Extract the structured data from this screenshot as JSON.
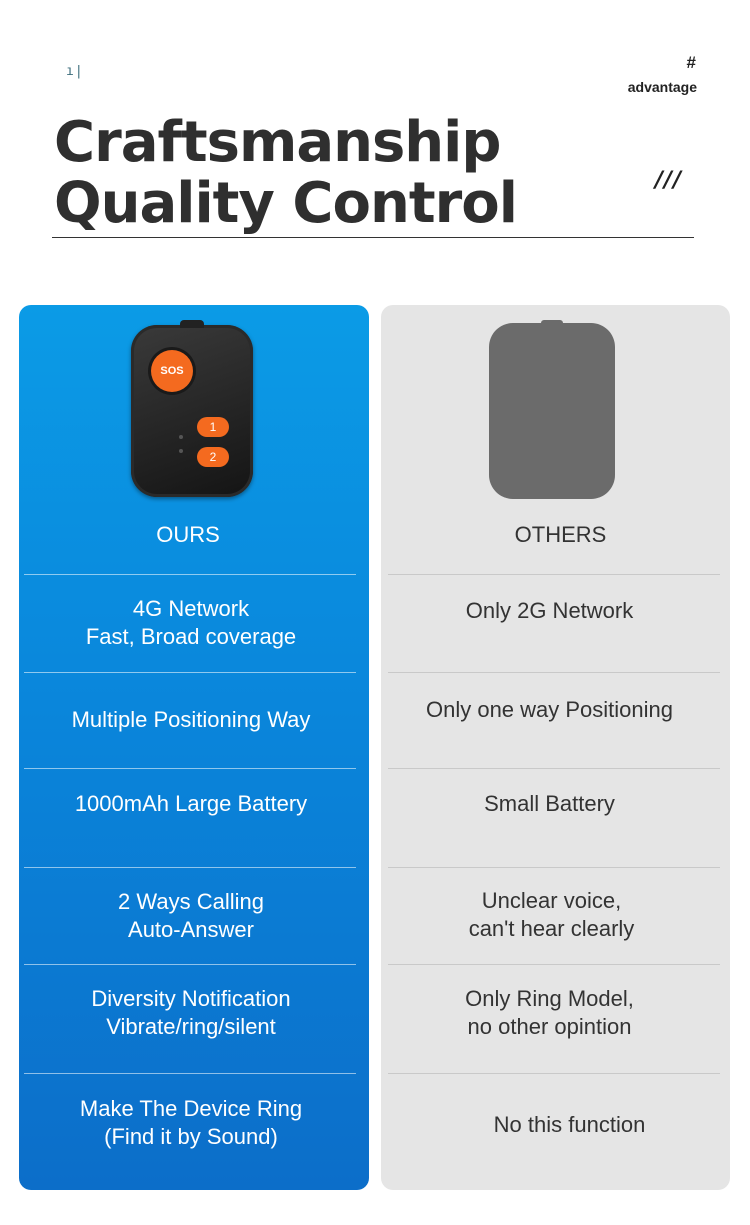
{
  "header": {
    "tick_mark": "ı|",
    "hash": "#",
    "tag": "advantage",
    "title_line1": "Craftsmanship",
    "title_line2": "Quality Control",
    "slashes": "///"
  },
  "ours": {
    "device_sos": "SOS",
    "device_key1": "1",
    "device_key2": "2",
    "heading": "OURS",
    "rows": [
      {
        "line1": "4G Network",
        "line2": "Fast, Broad coverage"
      },
      {
        "line1": "Multiple Positioning Way",
        "line2": ""
      },
      {
        "line1": "1000mAh Large Battery",
        "line2": ""
      },
      {
        "line1": "2 Ways Calling",
        "line2": "Auto-Answer"
      },
      {
        "line1": "Diversity Notification",
        "line2": "Vibrate/ring/silent"
      },
      {
        "line1": "Make The Device Ring",
        "line2": "(Find it by Sound)"
      }
    ]
  },
  "others": {
    "heading": "OTHERS",
    "rows": [
      {
        "line1": "Only 2G Network",
        "line2": ""
      },
      {
        "line1": "Only one way Positioning",
        "line2": ""
      },
      {
        "line1": "Small Battery",
        "line2": ""
      },
      {
        "line1": "Unclear voice,",
        "line2": "can't hear clearly"
      },
      {
        "line1": "Only Ring Model,",
        "line2": "no other opintion"
      },
      {
        "line1": "No this function",
        "line2": ""
      }
    ]
  },
  "colors": {
    "ours_panel": "#0a86db",
    "others_panel": "#e5e5e5",
    "accent_orange": "#f46a1f"
  }
}
